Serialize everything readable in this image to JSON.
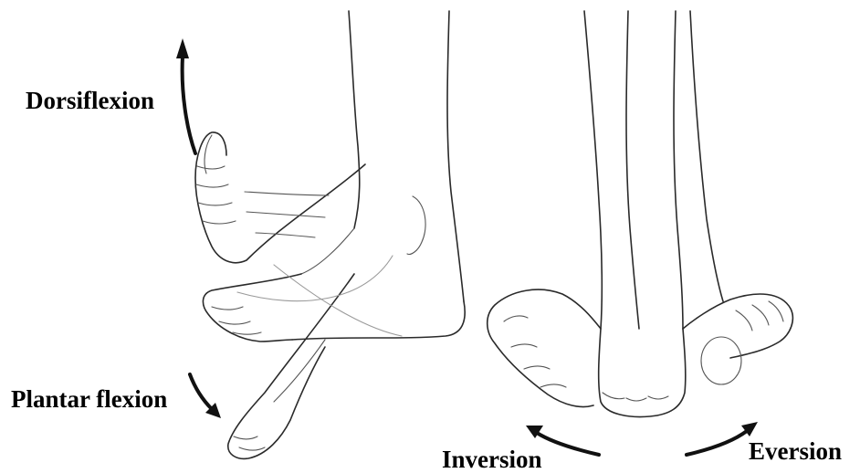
{
  "labels": {
    "dorsiflexion": "Dorsiflexion",
    "plantar_flexion": "Plantar flexion",
    "inversion": "Inversion",
    "eversion": "Eversion"
  },
  "colors": {
    "background": "#ffffff",
    "ink": "#000000",
    "sketch": "#2a2a2a"
  }
}
